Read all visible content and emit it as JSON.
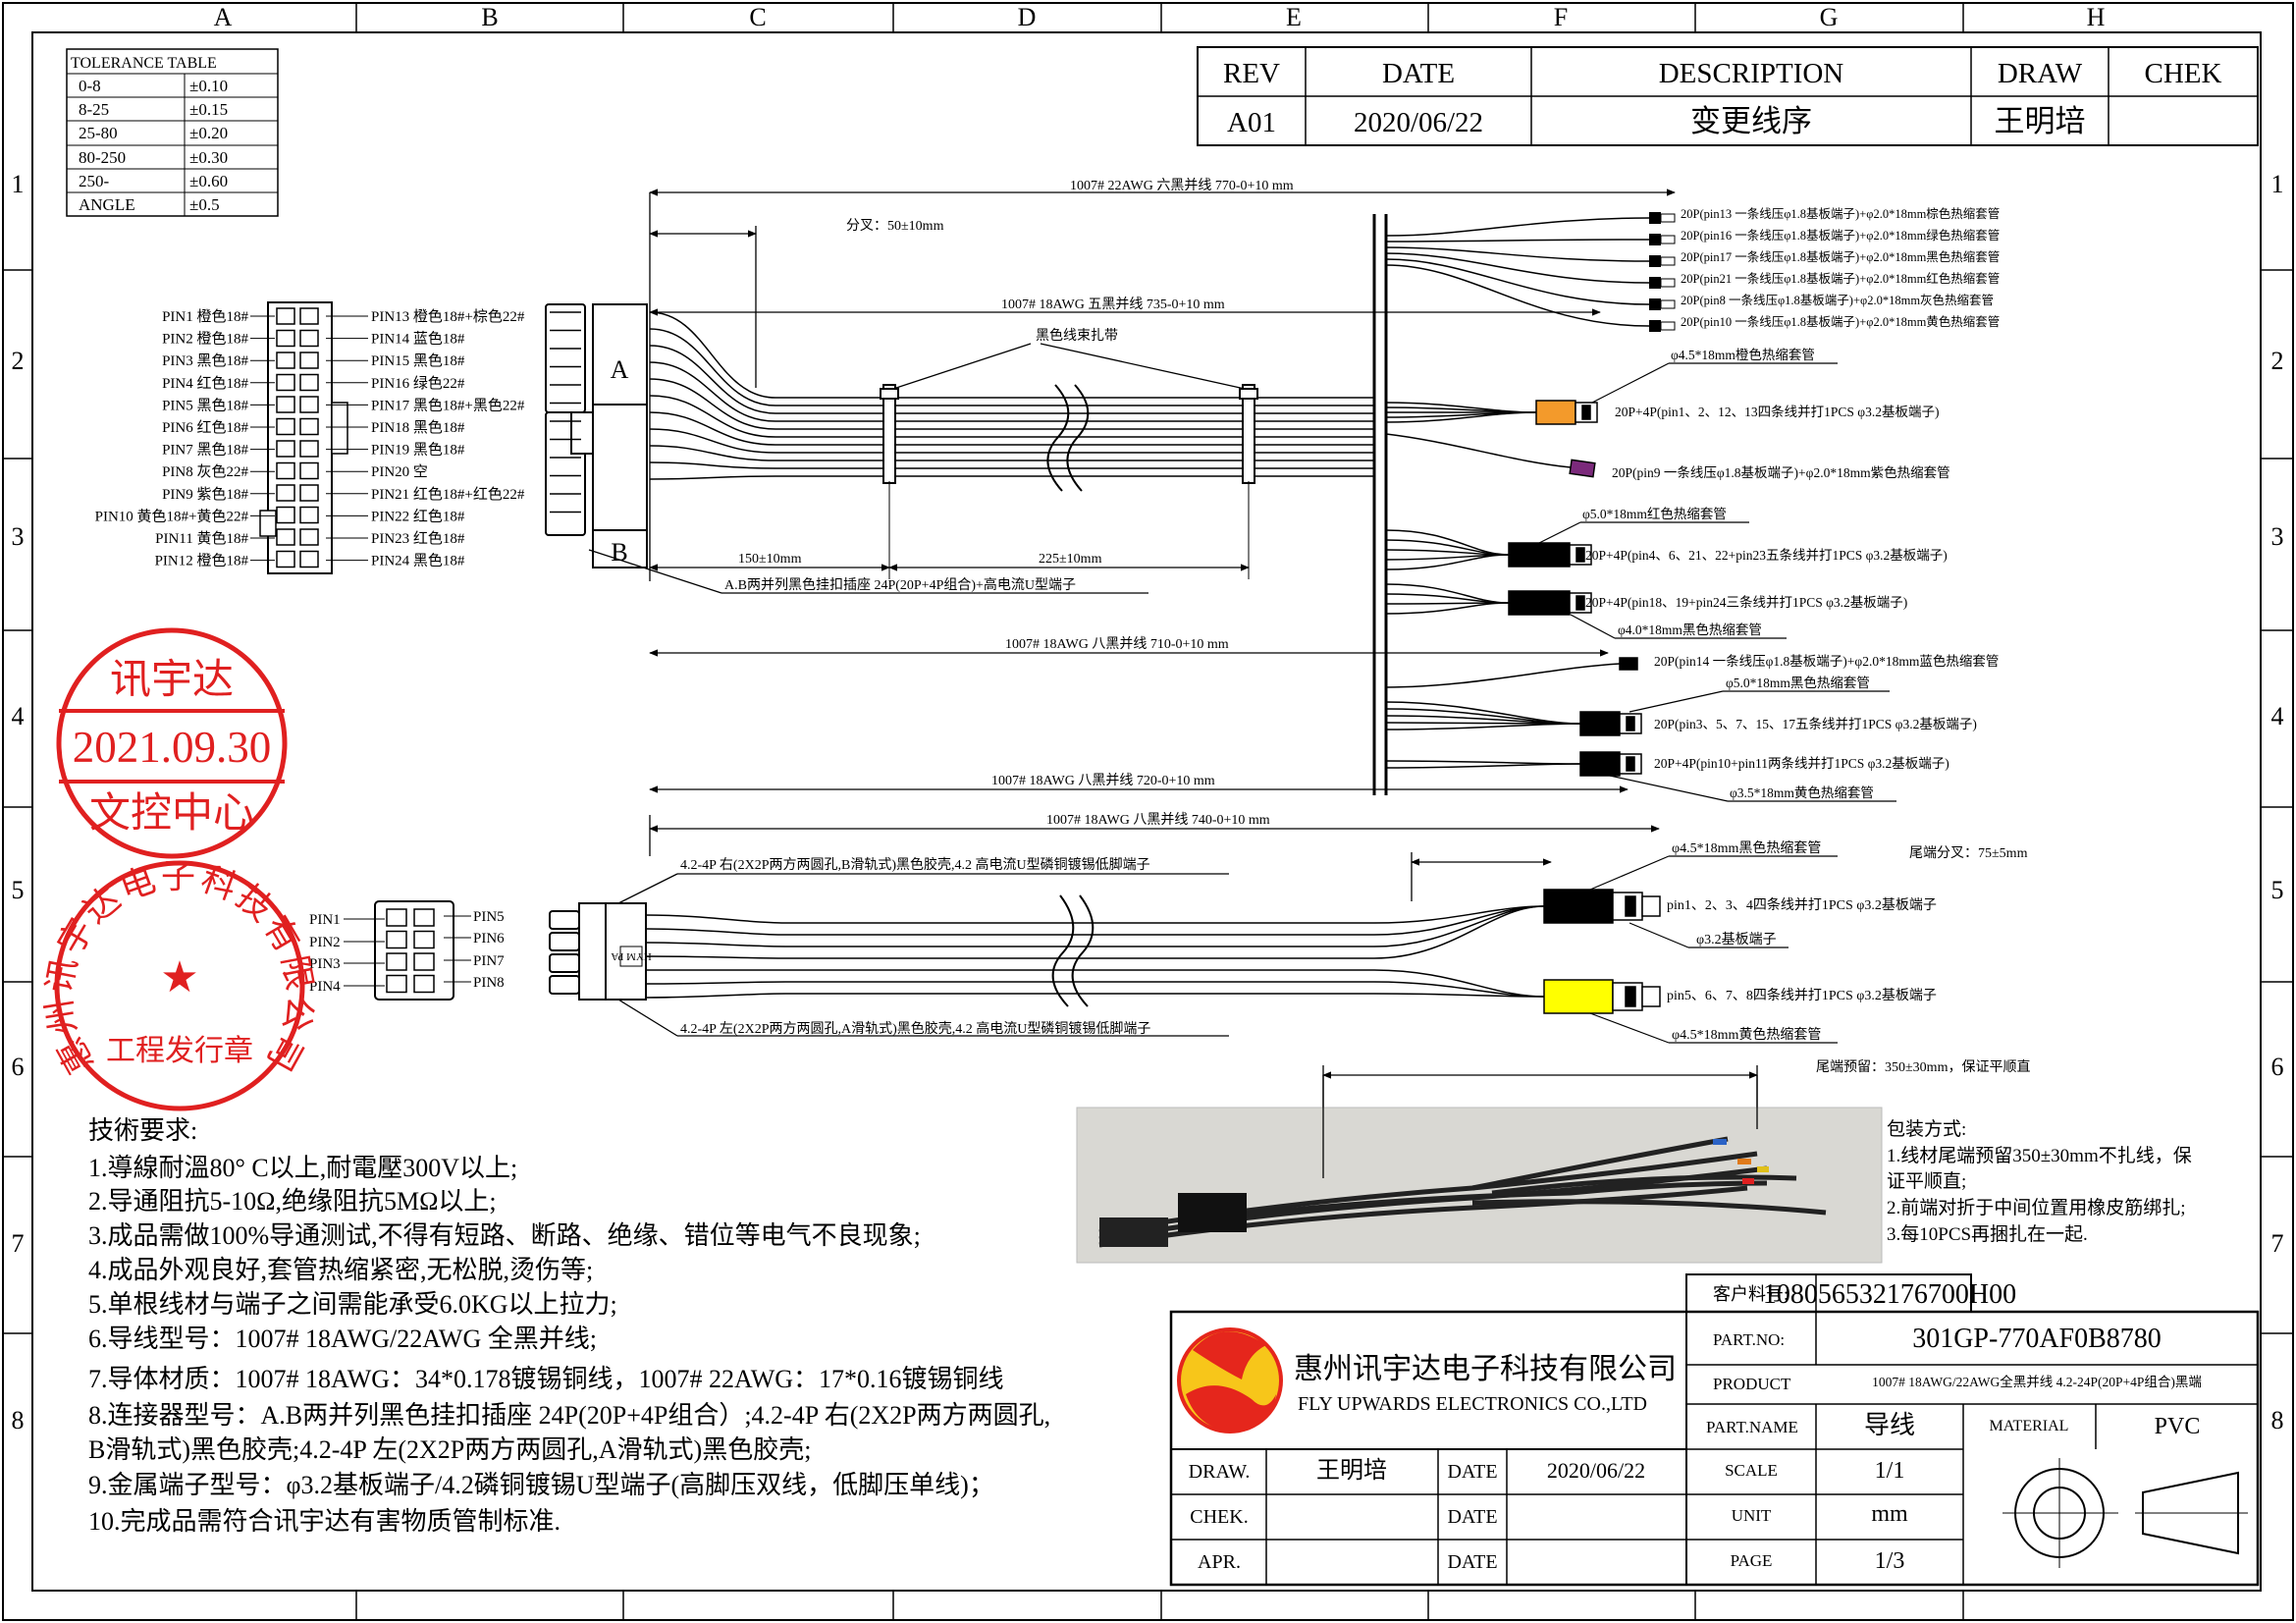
{
  "grid": {
    "columns": [
      "A",
      "B",
      "C",
      "D",
      "E",
      "F",
      "G",
      "H"
    ],
    "rows": [
      "1",
      "2",
      "3",
      "4",
      "5",
      "6",
      "7",
      "8"
    ]
  },
  "tolerance_table": {
    "title": "TOLERANCE TABLE",
    "rows": [
      {
        "range": "0-8",
        "tol": "±0.10"
      },
      {
        "range": "8-25",
        "tol": "±0.15"
      },
      {
        "range": "25-80",
        "tol": "±0.20"
      },
      {
        "range": "80-250",
        "tol": "±0.30"
      },
      {
        "range": "250-",
        "tol": "±0.60"
      },
      {
        "range": "ANGLE",
        "tol": "±0.5"
      }
    ]
  },
  "revision": {
    "headers": [
      "REV",
      "DATE",
      "DESCRIPTION",
      "DRAW",
      "CHEK"
    ],
    "row": [
      "A01",
      "2020/06/22",
      "变更线序",
      "王明培",
      ""
    ]
  },
  "connector_24p": {
    "left_pins": [
      "PIN1 橙色18#",
      "PIN2 橙色18#",
      "PIN3 黑色18#",
      "PIN4 红色18#",
      "PIN5 黑色18#",
      "PIN6 红色18#",
      "PIN7 黑色18#",
      "PIN8 灰色22#",
      "PIN9 紫色18#",
      "PIN10 黄色18#+黄色22#",
      "PIN11 黄色18#",
      "PIN12 橙色18#"
    ],
    "right_pins": [
      "PIN13 橙色18#+棕色22#",
      "PIN14 蓝色18#",
      "PIN15 黑色18#",
      "PIN16 绿色22#",
      "PIN17 黑色18#+黑色22#",
      "PIN18 黑色18#",
      "PIN19 黑色18#",
      "PIN20 空",
      "PIN21 红色18#+红色22#",
      "PIN22 红色18#",
      "PIN23 红色18#",
      "PIN24 黑色18#"
    ],
    "label_a": "A",
    "label_b": "B",
    "callout": "A.B两并列黑色挂扣插座 24P(20P+4P组合)+高电流U型端子"
  },
  "dimensions": {
    "d1": "1007# 22AWG 六黑并线 770-0+10 mm",
    "d2": "分叉：50±10mm",
    "d3": "1007# 18AWG 五黑并线 735-0+10 mm",
    "d4": "黑色线束扎带",
    "d5": "150±10mm",
    "d6": "225±10mm",
    "d7": "1007# 18AWG 八黑并线 710-0+10 mm",
    "d8": "1007# 18AWG 八黑并线 720-0+10 mm",
    "d9": "1007# 18AWG 八黑并线 740-0+10 mm",
    "d10": "尾端分叉：75±5mm",
    "d11": "尾端预留：350±30mm，保证平顺直"
  },
  "wire_ends_top": [
    "20P(pin13 一条线压φ1.8基板端子)+φ2.0*18mm棕色热缩套管",
    "20P(pin16 一条线压φ1.8基板端子)+φ2.0*18mm绿色热缩套管",
    "20P(pin17 一条线压φ1.8基板端子)+φ2.0*18mm黑色热缩套管",
    "20P(pin21 一条线压φ1.8基板端子)+φ2.0*18mm红色热缩套管",
    "20P(pin8 一条线压φ1.8基板端子)+φ2.0*18mm灰色热缩套管",
    "20P(pin10 一条线压φ1.8基板端子)+φ2.0*18mm黄色热缩套管"
  ],
  "wire_ends_mid": {
    "orange_sleeve": "φ4.5*18mm橙色热缩套管",
    "orange_label": "20P+4P(pin1、2、12、13四条线并打1PCS φ3.2基板端子)",
    "purple_label": "20P(pin9 一条线压φ1.8基板端子)+φ2.0*18mm紫色热缩套管",
    "red_sleeve": "φ5.0*18mm红色热缩套管",
    "red_label": "20P+4P(pin4、6、21、22+pin23五条线并打1PCS φ3.2基板端子)",
    "black_label_a": "20P+4P(pin18、19+pin24三条线并打1PCS φ3.2基板端子)",
    "black_sleeve_a": "φ4.0*18mm黑色热缩套管",
    "blue_label": "20P(pin14 一条线压φ1.8基板端子)+φ2.0*18mm蓝色热缩套管",
    "black_sleeve_b": "φ5.0*18mm黑色热缩套管",
    "black_label_b": "20P(pin3、5、7、15、17五条线并打1PCS φ3.2基板端子)",
    "yellow_label": "20P+4P(pin10+pin11两条线并打1PCS φ3.2基板端子)",
    "yellow_sleeve": "φ3.5*18mm黄色热缩套管"
  },
  "connector_8p": {
    "left_pins": [
      "PIN1",
      "PIN2",
      "PIN3",
      "PIN4"
    ],
    "right_pins": [
      "PIN5",
      "PIN6",
      "PIN7",
      "PIN8"
    ],
    "top_callout": "4.2-4P 右(2X2P两方两圆孔,B滑轨式)黑色胶壳,4.2 高电流U型磷铜镀锡低脚端子",
    "bottom_callout": "4.2-4P 左(2X2P两方两圆孔,A滑轨式)黑色胶壳,4.2 高电流U型磷铜镀锡低脚端子",
    "black_sleeve": "φ4.5*18mm黑色热缩套管",
    "black_label": "pin1、2、3、4四条线并打1PCS φ3.2基板端子",
    "terminal": "φ3.2基板端子",
    "yellow_label": "pin5、6、7、8四条线并打1PCS φ3.2基板端子",
    "yellow_sleeve": "φ4.5*18mm黄色热缩套管"
  },
  "stamp_round": {
    "top": "讯宇达",
    "date": "2021.09.30",
    "bottom": "文控中心"
  },
  "stamp_company": {
    "ring": "惠州讯宇达电子科技有限公司",
    "center": "工程发行章"
  },
  "tech_requirements": {
    "title": "技術要求:",
    "items": [
      "1.導線耐溫80° C以上,耐電壓300V以上;",
      "2.导通阻抗5-10Ω,绝缘阻抗5MΩ以上;",
      "3.成品需做100%导通测试,不得有短路、断路、绝缘、错位等电气不良现象;",
      "4.成品外观良好,套管热缩紧密,无松脱,烫伤等;",
      "5.单根线材与端子之间需能承受6.0KG以上拉力;",
      "6.导线型号：1007# 18AWG/22AWG 全黑并线;",
      "7.导体材质：1007# 18AWG：34*0.178镀锡铜线，1007# 22AWG：17*0.16镀锡铜线",
      "8.连接器型号：A.B两并列黑色挂扣插座 24P(20P+4P组合）;4.2-4P 右(2X2P两方两圆孔,",
      "B滑轨式)黑色胶壳;4.2-4P 左(2X2P两方两圆孔,A滑轨式)黑色胶壳;",
      "9.金属端子型号：φ3.2基板端子/4.2磷铜镀锡U型端子(高脚压双线，低脚压单线)；",
      "10.完成品需符合讯宇达有害物质管制标准."
    ]
  },
  "packaging": {
    "title": "包装方式:",
    "items": [
      "1.线材尾端预留350±30mm不扎线，保",
      "证平顺直;",
      "2.前端对折于中间位置用橡皮筋绑扎;",
      "3.每10PCS再捆扎在一起."
    ]
  },
  "title_block": {
    "customer_no_label": "客户料号:",
    "customer_no": "108056532176700H00",
    "part_no_label": "PART.NO:",
    "part_no": "301GP-770AF0B8780",
    "company_cn": "惠州讯宇达电子科技有限公司",
    "company_en": "FLY UPWARDS ELECTRONICS CO.,LTD",
    "product_label": "PRODUCT",
    "product": "1007# 18AWG/22AWG全黑并线 4.2-24P(20P+4P组合)黑端",
    "part_name_label": "PART.NAME",
    "part_name": "导线",
    "material_label": "MATERIAL",
    "material": "PVC",
    "draw_label": "DRAW.",
    "draw_name": "王明培",
    "date_label": "DATE",
    "draw_date": "2020/06/22",
    "check_label": "CHEK.",
    "apr_label": "APR.",
    "scale_label": "SCALE",
    "scale": "1/1",
    "unit_label": "UNIT",
    "unit": "mm",
    "page_label": "PAGE",
    "page": "1/3"
  },
  "colors": {
    "line": "#000000",
    "stamp_red": "#e02020",
    "orange_sleeve": "#f39a2b",
    "yellow_sleeve": "#ffff00",
    "purple_sleeve": "#7b2a7b",
    "logo_red": "#e5261c",
    "logo_yellow": "#f7c61a"
  }
}
